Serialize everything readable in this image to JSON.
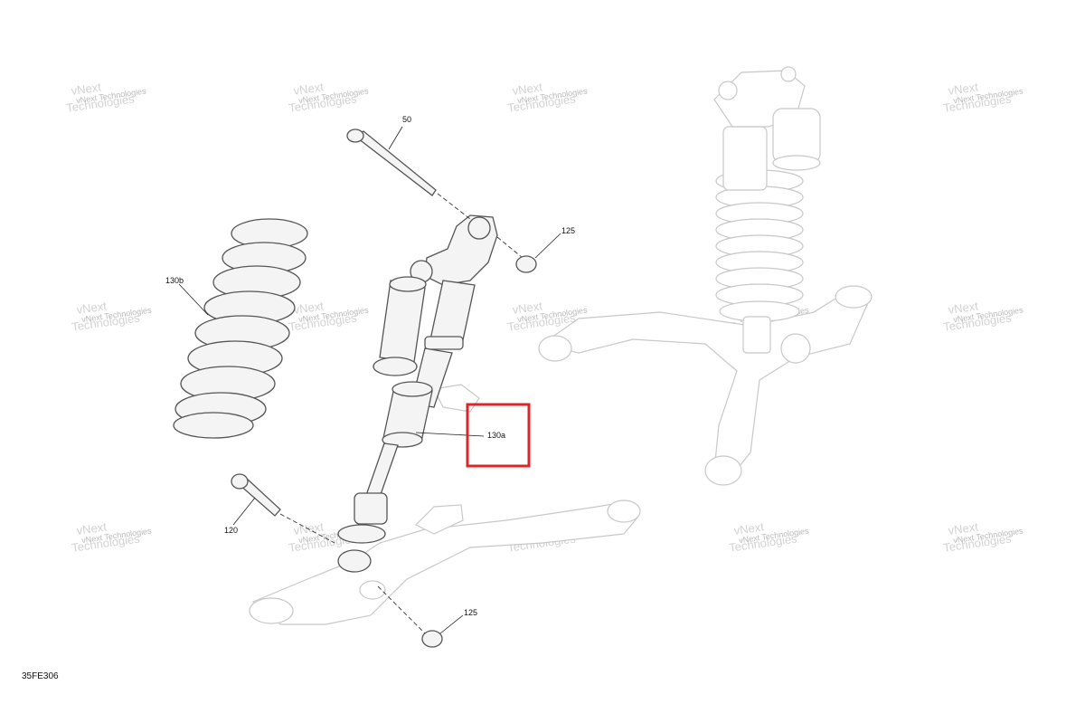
{
  "callouts": {
    "c50": "50",
    "c125_top": "125",
    "c130b": "130b",
    "c130a": "130a",
    "c120": "120",
    "c125_bottom": "125"
  },
  "watermark": {
    "line1": "vNext",
    "line2": "Technologies",
    "full": "vNext Technologies"
  },
  "reference_code": "35FE306",
  "highlight_color": "#d9262b"
}
